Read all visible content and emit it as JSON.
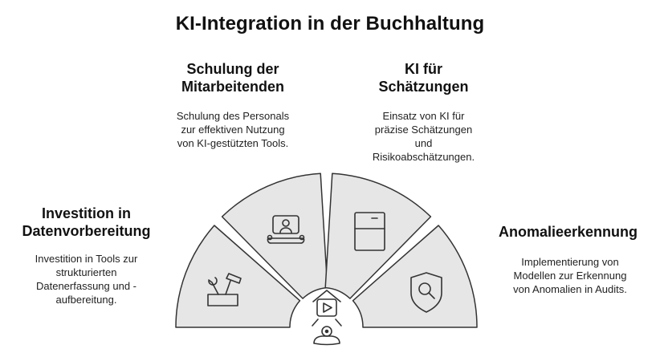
{
  "title": "KI-Integration in der Buchhaltung",
  "sections": [
    {
      "heading_lines": [
        "Investition in",
        "Datenvorbereitung"
      ],
      "desc_lines": [
        "Investition in Tools zur",
        "strukturierten",
        "Datenerfassung und -",
        "aufbereitung."
      ],
      "icon": "tools-icon"
    },
    {
      "heading_lines": [
        "Schulung der",
        "Mitarbeitenden"
      ],
      "desc_lines": [
        "Schulung des Personals",
        "zur effektiven Nutzung",
        "von KI-gestützten Tools."
      ],
      "icon": "training-icon"
    },
    {
      "heading_lines": [
        "KI für",
        "Schätzungen"
      ],
      "desc_lines": [
        "Einsatz von KI für",
        "präzise Schätzungen",
        "und",
        "Risikoabschätzungen."
      ],
      "icon": "fridge-icon"
    },
    {
      "heading_lines": [
        "Anomalieerkennung"
      ],
      "desc_lines": [
        "Implementierung von",
        "Modellen zur Erkennung",
        "von Anomalien in Audits."
      ],
      "icon": "shield-search-icon"
    }
  ],
  "center_icon": "person-video-icon",
  "colors": {
    "segment_fill": "#e6e6e6",
    "stroke": "#333333"
  }
}
